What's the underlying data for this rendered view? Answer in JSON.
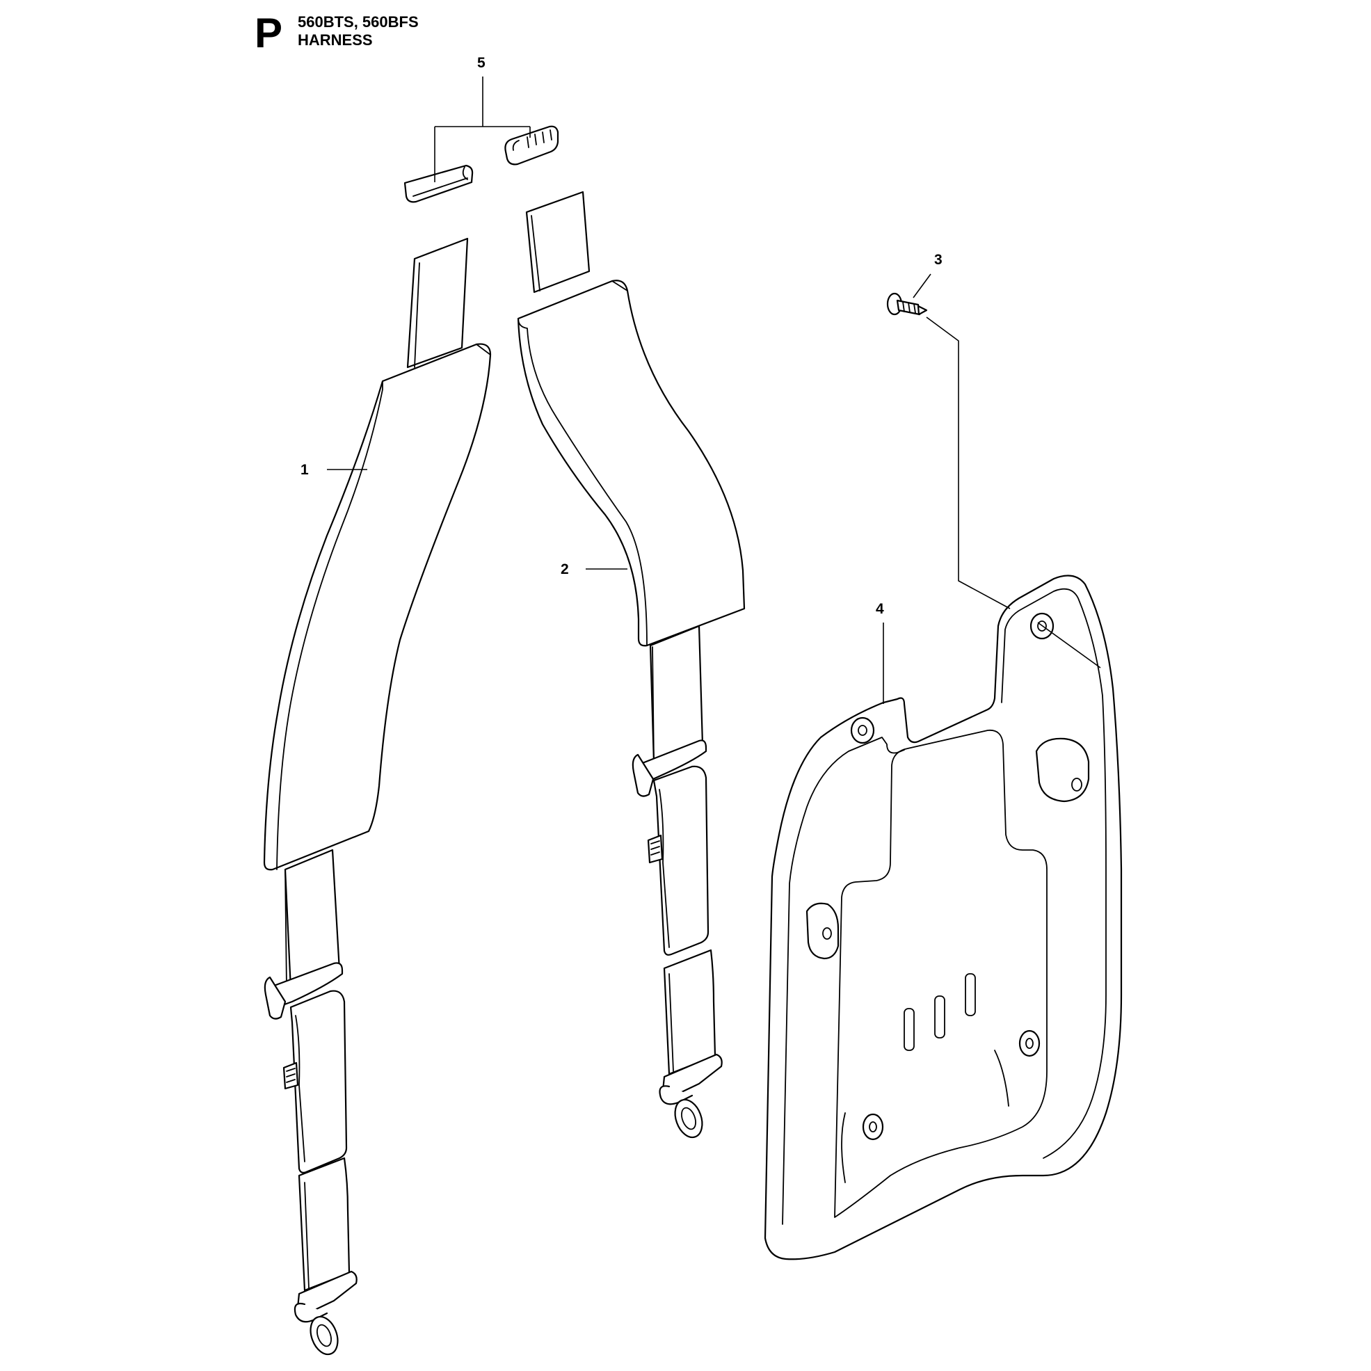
{
  "header": {
    "section_letter": "P",
    "models": "560BTS, 560BFS",
    "section_name": "HARNESS"
  },
  "callouts": [
    {
      "number": "1"
    },
    {
      "number": "2"
    },
    {
      "number": "3"
    },
    {
      "number": "4"
    },
    {
      "number": "5"
    }
  ]
}
